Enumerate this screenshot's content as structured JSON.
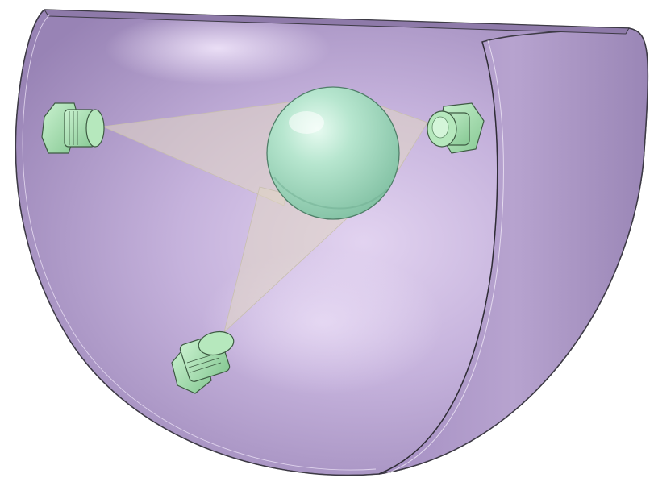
{
  "scene": {
    "shell": {
      "name": "hemispherical-shell",
      "color": "#b7a3cf",
      "edge_color": "#3d3a45"
    },
    "target": {
      "name": "central-sphere",
      "color": "#a9dcc3"
    },
    "sensors": [
      {
        "name": "sensor-left",
        "color": "#9fd9a9"
      },
      {
        "name": "sensor-right",
        "color": "#9fd9a9"
      },
      {
        "name": "sensor-bottom",
        "color": "#9fd9a9"
      }
    ],
    "beam_color": "#e0d6c3"
  }
}
